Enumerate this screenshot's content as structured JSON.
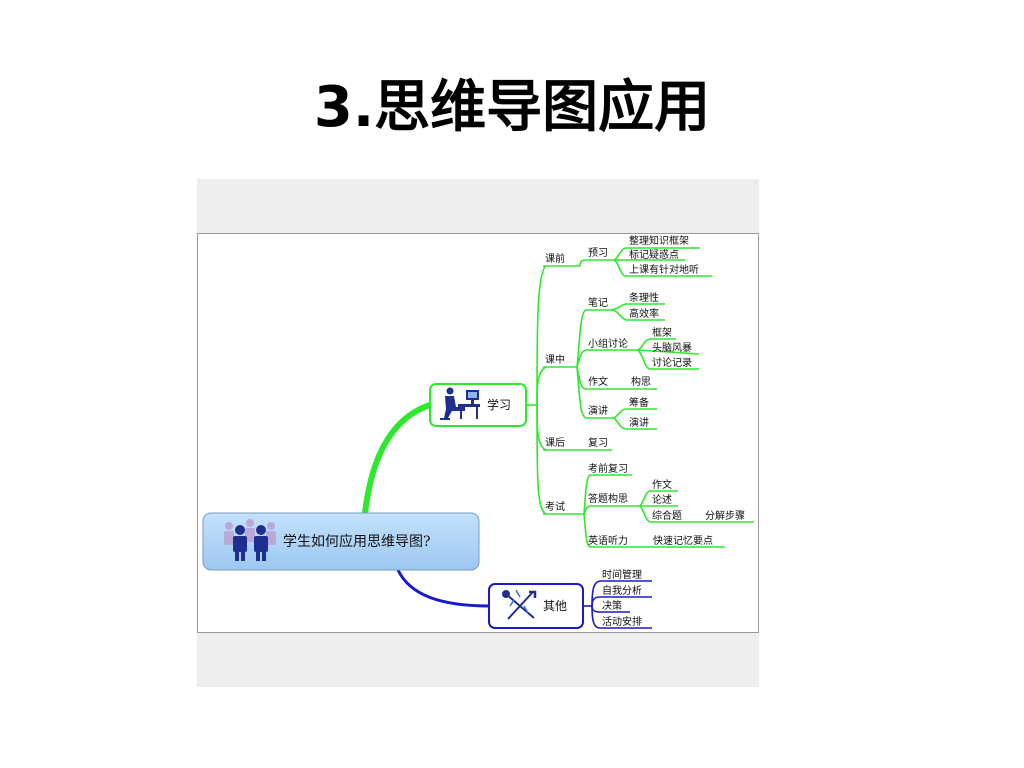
{
  "slide_title": "3.思维导图应用",
  "mindmap": {
    "root": "学生如何应用思维导图?",
    "study": {
      "label": "学习",
      "before": {
        "label": "课前",
        "preview": "预习",
        "items": [
          "整理知识框架",
          "标记疑惑点",
          "上课有针对地听"
        ]
      },
      "during": {
        "label": "课中",
        "notes": {
          "label": "笔记",
          "items": [
            "条理性",
            "高效率"
          ]
        },
        "group": {
          "label": "小组讨论",
          "items": [
            "框架",
            "头脑风暴",
            "讨论记录"
          ]
        },
        "essay": {
          "label": "作文",
          "item": "构思"
        },
        "speech": {
          "label": "演讲",
          "items": [
            "筹备",
            "演讲"
          ]
        }
      },
      "after": {
        "label": "课后",
        "item": "复习"
      },
      "exam": {
        "label": "考试",
        "review": "考前复习",
        "answer": {
          "label": "答题构思",
          "items": [
            "作文",
            "论述",
            "综合题"
          ],
          "sub": "分解步骤"
        },
        "listening": {
          "label": "英语听力",
          "item": "快速记忆要点"
        }
      }
    },
    "other": {
      "label": "其他",
      "items": [
        "时间管理",
        "自我分析",
        "决策",
        "活动安排"
      ]
    },
    "colors": {
      "green": "#2ee82e",
      "blue": "#1a1acc",
      "root_fill": "#a9d0f5"
    }
  }
}
